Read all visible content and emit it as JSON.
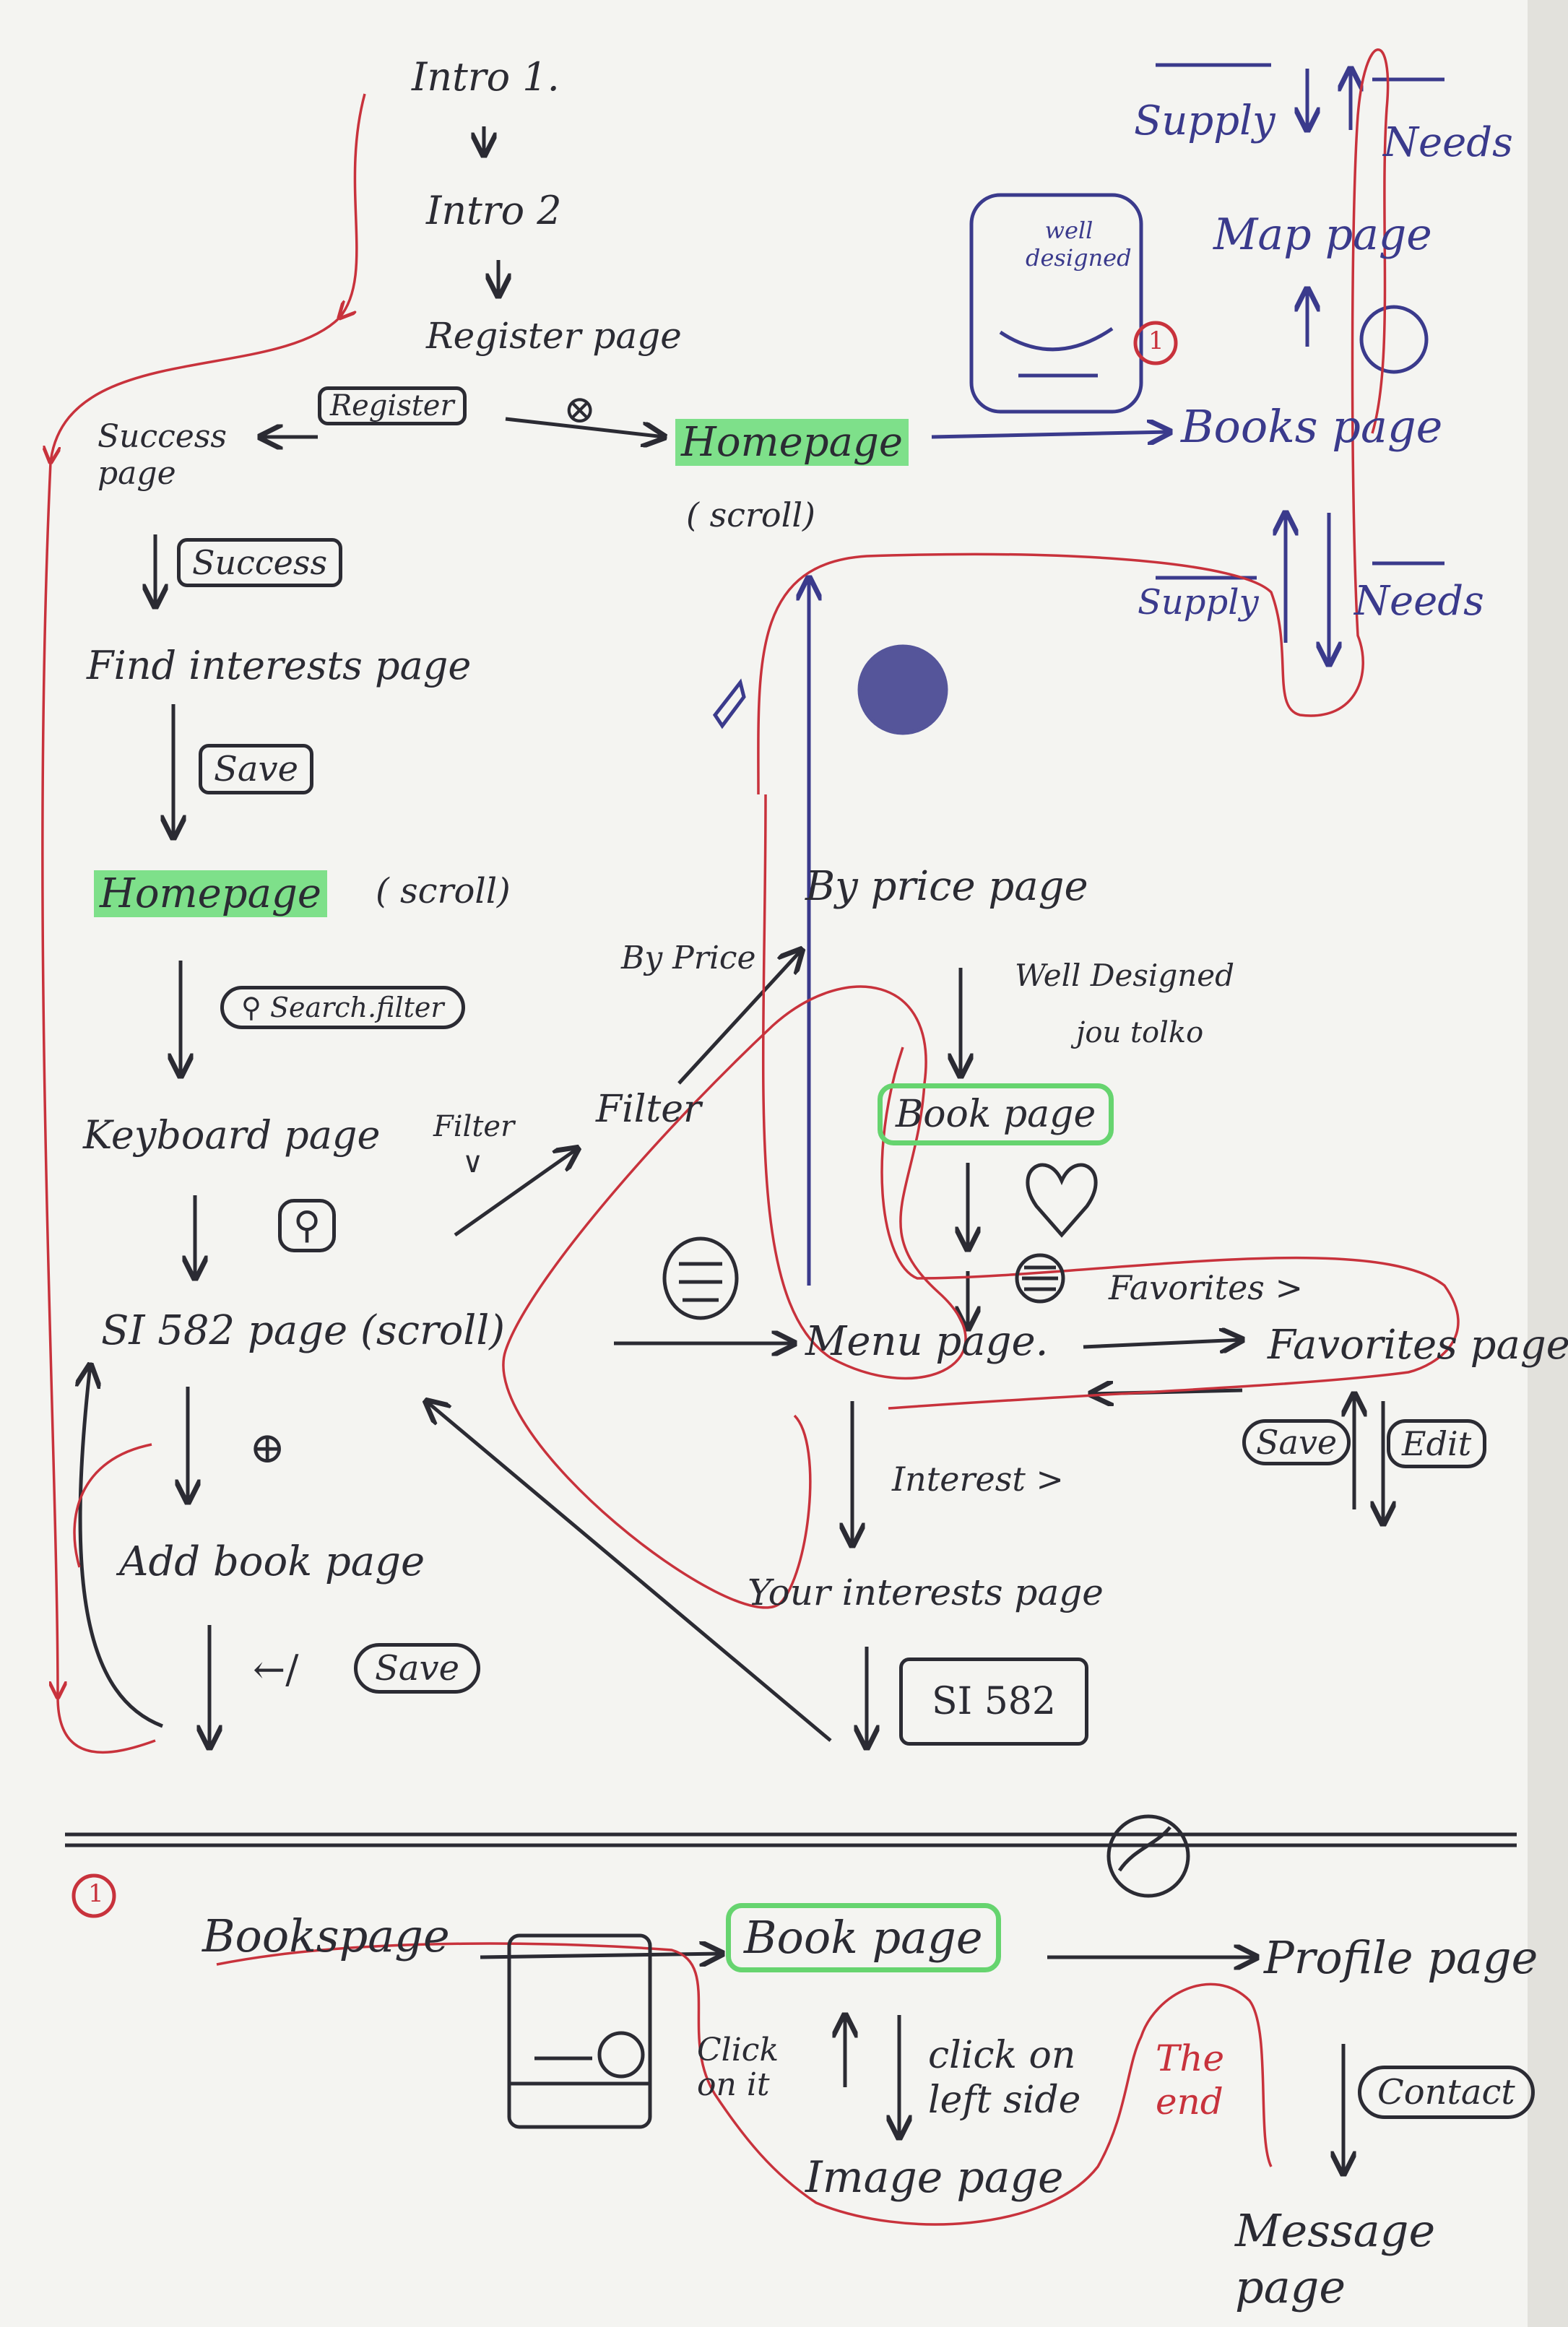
{
  "nodes": {
    "intro1": "Intro 1.",
    "intro2": "Intro 2",
    "register_page": "Register page",
    "register_btn": "Register",
    "close_symbol": "⊗",
    "success_page": "Success page",
    "success_btn": "Success",
    "find_interests": "Find interests page",
    "save_btn": "Save",
    "homepage_main": "Homepage",
    "homepage_main_note": "( scroll)",
    "homepage_left": "Homepage",
    "homepage_left_note": "( scroll)",
    "search_filter": "Search.filter",
    "keyboard_page": "Keyboard page",
    "filter_small": "Filter",
    "filter": "Filter",
    "by_price": "By Price",
    "by_price_page": "By price page",
    "well_designed_jou": "Well Designed",
    "jou_tolko": "jou tolko",
    "si582_page": "SI 582 page (scroll)",
    "plus_symbol": "⊕",
    "add_book_page": "Add book page",
    "back_symbol": "←/",
    "add_save_btn": "Save",
    "menu_page": "Menu page.",
    "book_page": "Book page",
    "favorites_arrow": "Favorites >",
    "favorites_page": "Favorites page",
    "fav_save_btn": "Save",
    "fav_edit_btn": "Edit",
    "interest_arrow": "Interest >",
    "your_interests_page": "Your interests page",
    "si582_btn": "SI 582",
    "supply_top": "Supply",
    "needs_top": "Needs",
    "map_page": "Map page",
    "well_designed_sketch": "well designed",
    "circle_one_top": "1",
    "books_page": "Books page",
    "supply_bottom": "Supply",
    "needs_bottom": "Needs"
  },
  "bottom_flow": {
    "circle_one": "1",
    "bookspage": "Bookspage",
    "book_page": "Book page",
    "profile_page": "Profile page",
    "click_on_it": "Click on it",
    "click_left_side": "click on left side",
    "the_end": "The end",
    "contact_btn": "Contact",
    "image_page": "Image page",
    "message_page": "Message page"
  },
  "colors": {
    "ink": "#2b2b33",
    "blue_ink": "#3a3a8c",
    "red_ink": "#c8323c",
    "highlight_green": "#7ee08a",
    "wavy_green": "#66d46f"
  }
}
